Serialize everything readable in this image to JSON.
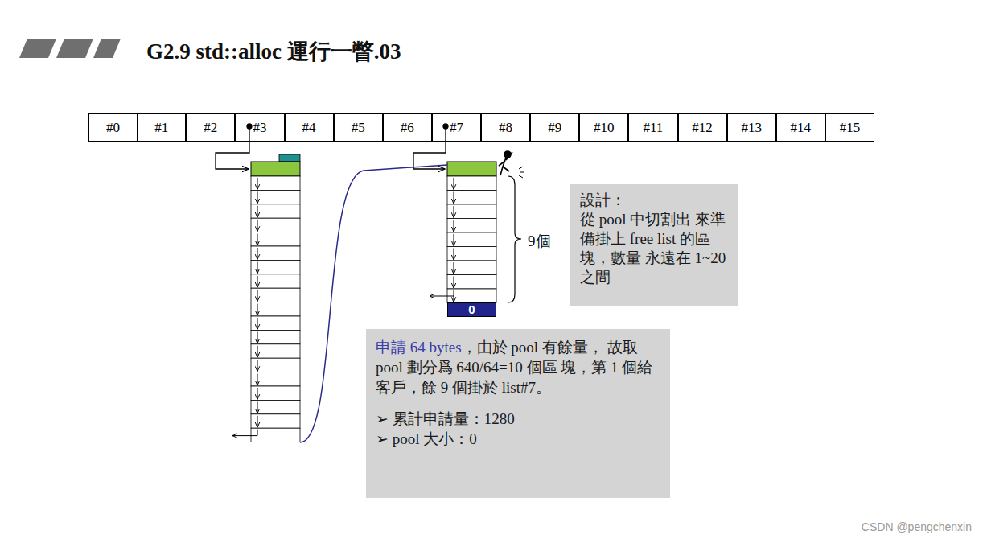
{
  "diagram": {
    "title": "G2.9 std::alloc 運行一瞥.03",
    "nodes": [
      {
        "text": [
          "#0"
        ]
      },
      {
        "text": [
          "#1"
        ]
      },
      {
        "text": [
          "#2"
        ]
      },
      {
        "text": [
          "#3"
        ]
      },
      {
        "text": [
          "#4"
        ]
      },
      {
        "text": [
          "#5"
        ]
      },
      {
        "text": [
          "#6"
        ]
      },
      {
        "text": [
          "#7"
        ]
      },
      {
        "text": [
          "#8"
        ]
      },
      {
        "text": [
          "#9"
        ]
      },
      {
        "text": [
          "#10"
        ]
      },
      {
        "text": [
          "#11"
        ]
      },
      {
        "text": [
          "#12"
        ]
      },
      {
        "text": [
          "#13"
        ]
      },
      {
        "text": [
          "#14"
        ]
      },
      {
        "text": [
          "#15"
        ]
      },
      {
        "text": [
          "設計：",
          "從 pool 中切割出 來準備掛上 free list 的區塊，數量 永遠在 1~20 之間"
        ]
      },
      {
        "text": [
          "0"
        ]
      },
      {
        "text": [
          "申請 64 bytes",
          "，由於 pool 有餘量， 故取 pool 劃分爲 640/64=10 個區 塊，第 1 個給客戶，餘 9 個掛於 list#7。",
          "➢ 累計申請量：1280",
          "➢ pool 大小：0"
        ]
      }
    ],
    "labels": [
      "9個",
      "CSDN @pengchenxin"
    ]
  }
}
